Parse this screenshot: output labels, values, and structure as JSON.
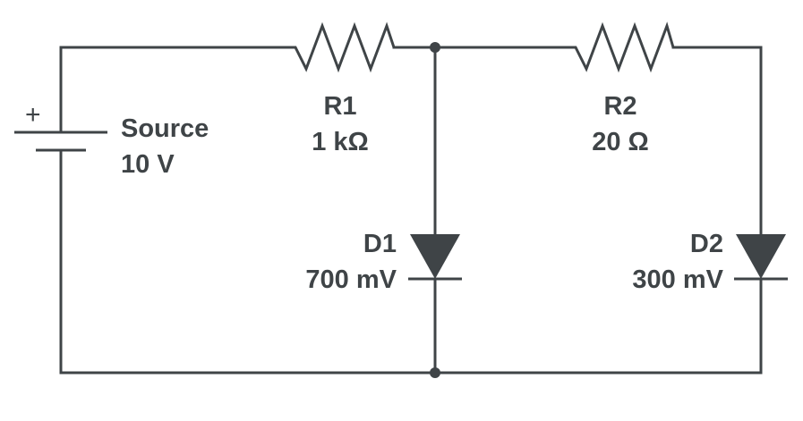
{
  "source": {
    "name": "Source",
    "value": "10 V",
    "polarity": "+"
  },
  "r1": {
    "name": "R1",
    "value": "1 kΩ"
  },
  "r2": {
    "name": "R2",
    "value": "20 Ω"
  },
  "d1": {
    "name": "D1",
    "value": "700 mV"
  },
  "d2": {
    "name": "D2",
    "value": "300 mV"
  },
  "colors": {
    "ink": "#3f4447",
    "background": "#ffffff"
  }
}
